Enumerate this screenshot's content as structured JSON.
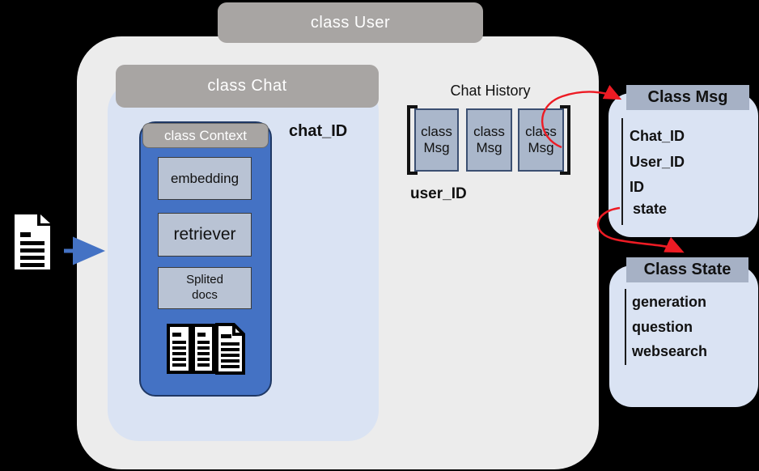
{
  "diagram": {
    "user_class": {
      "label": "class User"
    },
    "chat_class": {
      "label": "class Chat",
      "chat_id_label": "chat_ID"
    },
    "context_class": {
      "label": "class Context",
      "items": [
        "embedding",
        "retriever",
        "Splited docs"
      ]
    },
    "chat_history": {
      "title": "Chat History",
      "messages": [
        "class Msg",
        "class Msg",
        "class Msg"
      ],
      "user_id_label": "user_ID"
    },
    "msg_class": {
      "label": "Class Msg",
      "fields": [
        "Chat_ID",
        "User_ID",
        "ID",
        "state"
      ]
    },
    "state_class": {
      "label": "Class State",
      "fields": [
        "generation",
        "question",
        "websearch"
      ]
    },
    "icons": {
      "left_document": "document-icon",
      "context_documents": "documents-stack-icon"
    },
    "colors": {
      "background": "#000000",
      "user_body": "#ececec",
      "header_gray": "#a8a5a3",
      "panel_blue": "#dae3f3",
      "context_blue": "#4472c4",
      "context_border": "#1f3864",
      "item_fill": "#b9c3d4",
      "msg_fill": "#aab7cb",
      "msg_border": "#3b4f71",
      "class_header_fill": "#a6b1c5",
      "arrow_red": "#ed1b24",
      "arrow_blue": "#4472c4"
    }
  }
}
